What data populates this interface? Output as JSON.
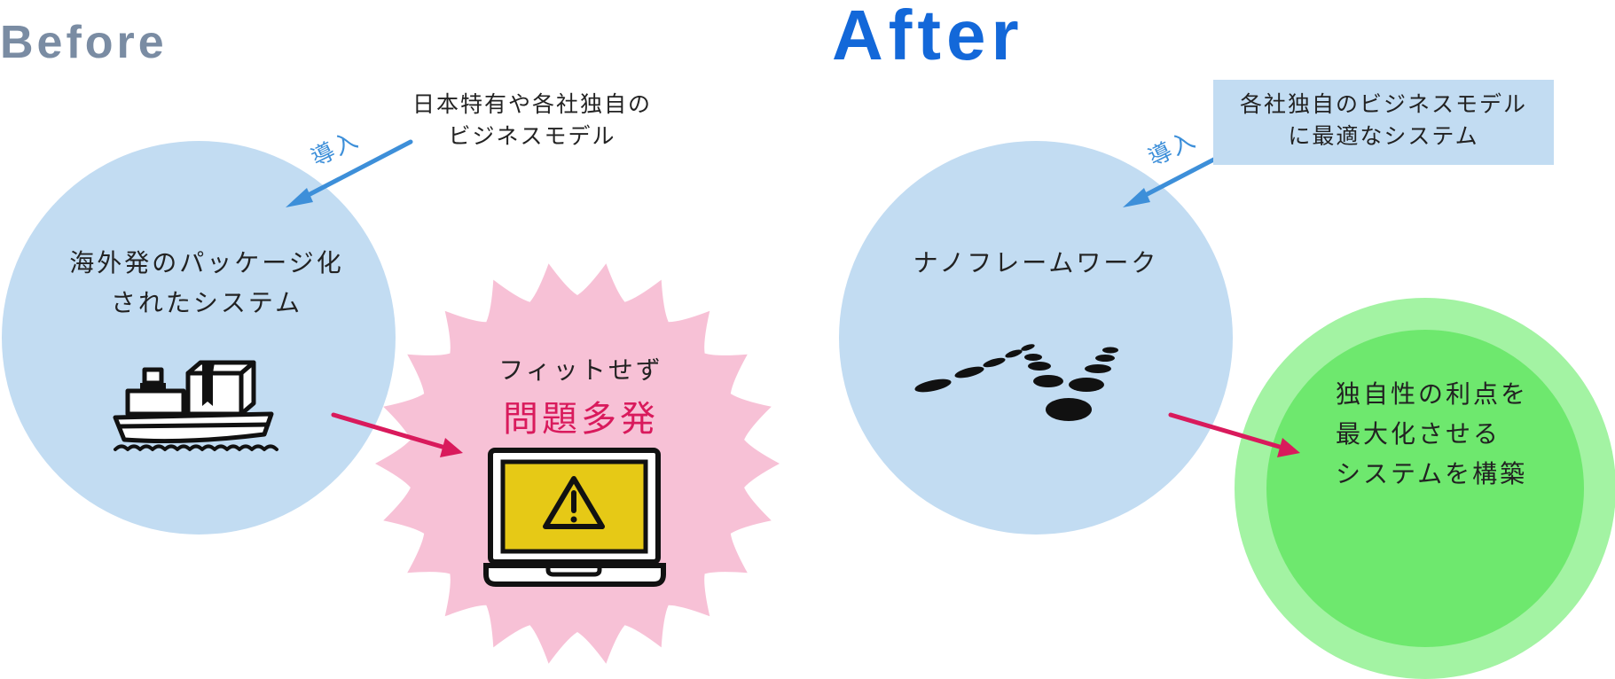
{
  "before": {
    "heading": "Before",
    "intro_label": "導入",
    "source_note": [
      "日本特有や各社独自の",
      "ビジネスモデル"
    ],
    "system_label": [
      "海外発のパッケージ化",
      "されたシステム"
    ],
    "result_small": "フィットせず",
    "result_large": "問題多発"
  },
  "after": {
    "heading": "After",
    "intro_label": "導入",
    "source_note": [
      "各社独自のビジネスモデル",
      "に最適なシステム"
    ],
    "system_label": "ナノフレームワーク",
    "result": [
      "独自性の利点を",
      "最大化させる",
      "システムを構築"
    ]
  },
  "icons": [
    "ship-icon",
    "laptop-warning-icon",
    "nano-dots-logo"
  ],
  "colors": {
    "before_heading": "#7a8ca3",
    "after_heading": "#1368d9",
    "system_circle": "#c2dcf2",
    "intro_arrow": "#3d8fd9",
    "flow_arrow": "#d91a5c",
    "problem_burst": "#f7c1d6",
    "problem_text": "#d91a5c",
    "screen_warning": "#e6c916",
    "result_outer": "#a3f3a3",
    "result_inner": "#6ee86e",
    "after_note_box": "#c2dcf2"
  }
}
